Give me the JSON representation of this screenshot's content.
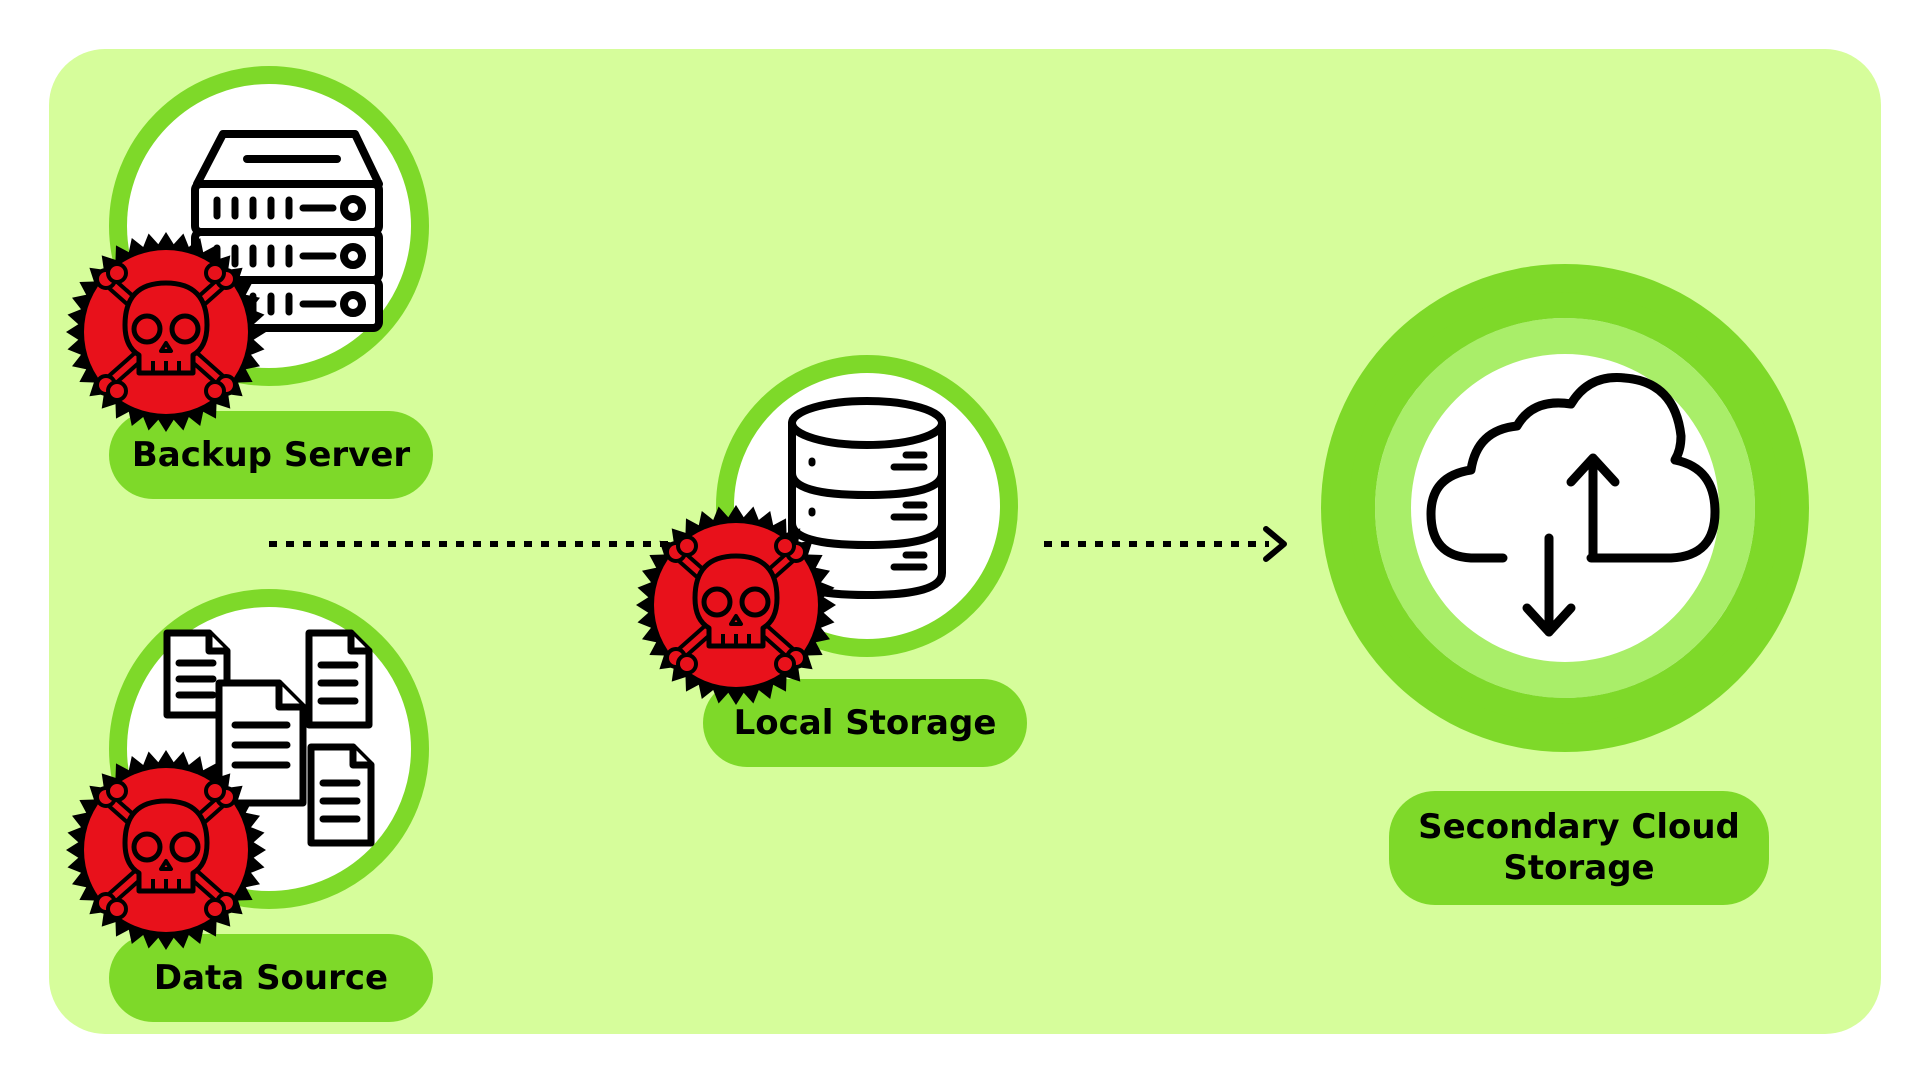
{
  "colors": {
    "panel_bg": "#d6fd9b",
    "accent": "#7ed929",
    "accent_light": "#a9ee69",
    "badge_red": "#e8111b",
    "ink": "#000000"
  },
  "nodes": {
    "backup_server": {
      "label": "Backup Server",
      "icon": "server-rack-icon",
      "compromised": true
    },
    "data_source": {
      "label": "Data Source",
      "icon": "documents-icon",
      "compromised": true
    },
    "local_storage": {
      "label": "Local Storage",
      "icon": "database-icon",
      "compromised": true
    },
    "secondary_cloud": {
      "label_line1": "Secondary Cloud",
      "label_line2": "Storage",
      "icon": "cloud-sync-icon",
      "compromised": false
    }
  },
  "connectors": [
    {
      "from": "backup_server",
      "to": "local_storage",
      "style": "dotted"
    },
    {
      "from": "local_storage",
      "to": "secondary_cloud",
      "style": "dotted",
      "arrow": true
    }
  ],
  "badge_icon": "skull-crossbones-icon"
}
